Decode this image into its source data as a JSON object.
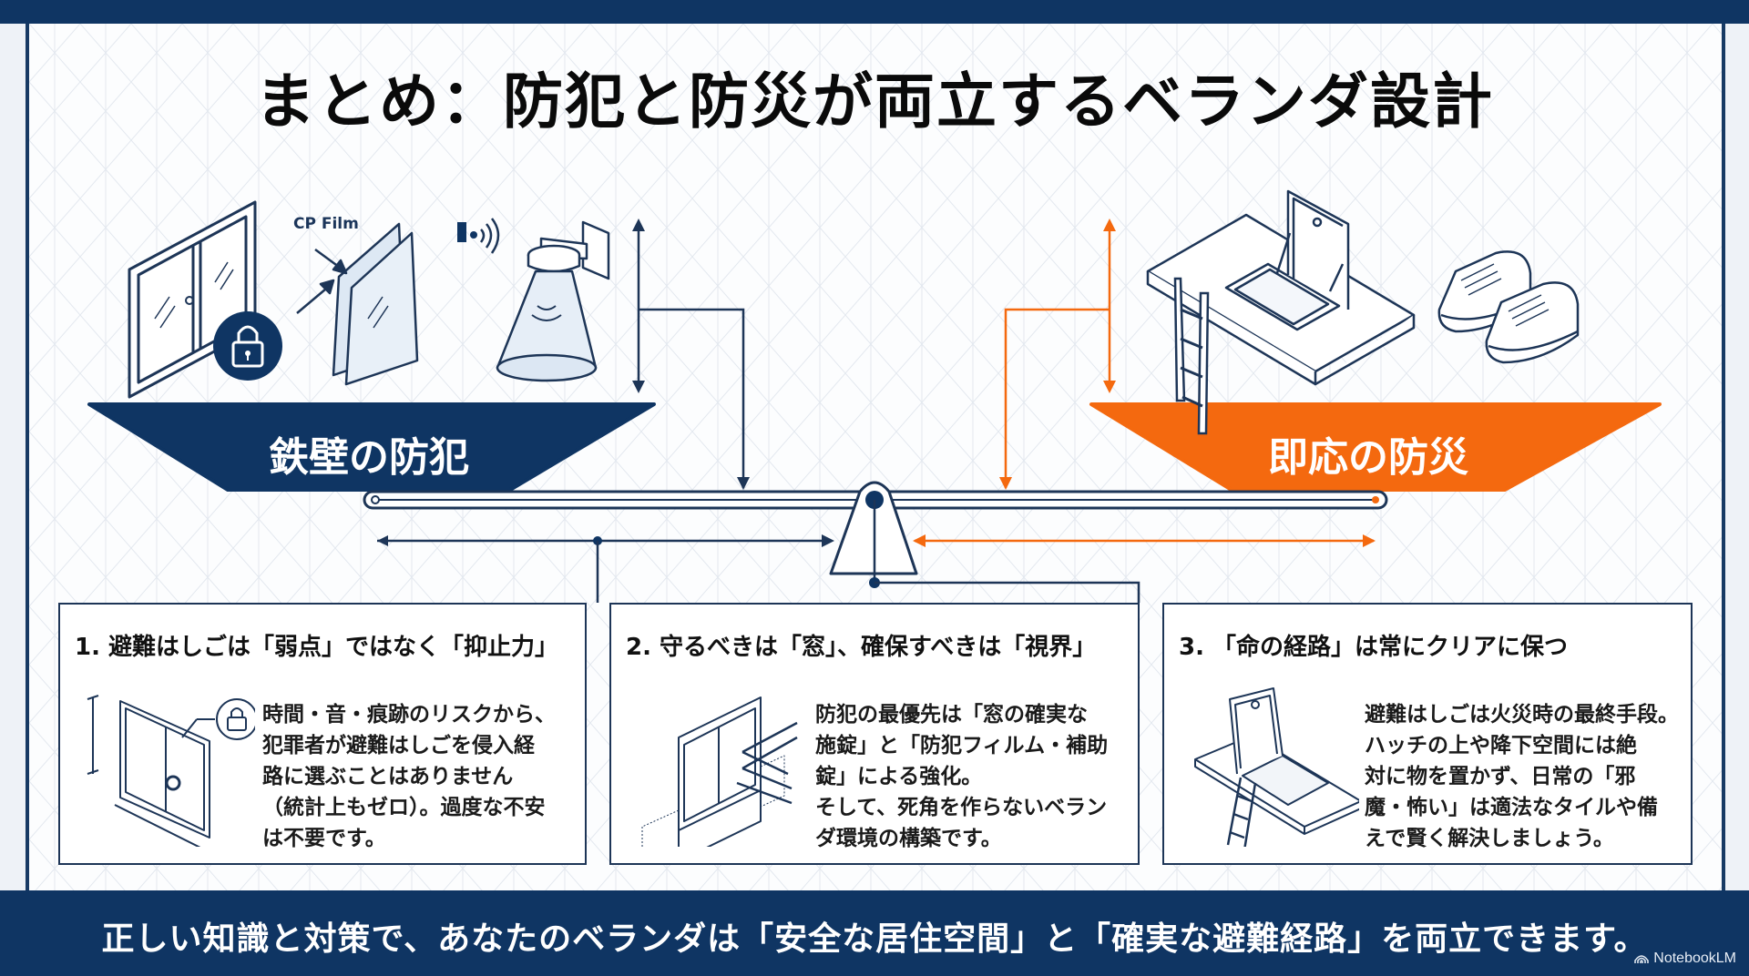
{
  "title": "まとめ：防犯と防災が両立するベランダ設計",
  "colors": {
    "navy": "#0f3563",
    "orange": "#f4690f",
    "line": "#1d3557",
    "background": "#fcfdfe"
  },
  "scale": {
    "left_pan": {
      "label": "鉄壁の防犯",
      "icons": [
        "sliding-window-icon",
        "padlock-icon",
        "cp-film-glass-icon",
        "motion-sensor-light-icon"
      ],
      "film_label": "CP Film"
    },
    "right_pan": {
      "label": "即応の防災",
      "icons": [
        "evacuation-hatch-icon",
        "ladder-icon",
        "sneakers-icon"
      ]
    }
  },
  "cards": [
    {
      "title": "1. 避難はしごは「弱点」ではなく「抑止力」",
      "body": "時間・音・痕跡のリスクから、\n犯罪者が避難はしごを侵入経\n路に選ぶことはありません\n（統計上もゼロ）。過度な不安\nは不要です。",
      "icon": "locked-window-icon"
    },
    {
      "title": "2. 守るべきは「窓」、確保すべきは「視界」",
      "body": "防犯の最優先は「窓の確実な\n施錠」と「防犯フィルム・補助\n錠」による強化。\nそして、死角を作らないベラン\nダ環境の構築です。",
      "icon": "window-sightline-icon"
    },
    {
      "title": "3. 「命の経路」は常にクリアに保つ",
      "body": "避難はしごは火災時の最終手段。\nハッチの上や降下空間には絶\n対に物を置かず、日常の「邪\n魔・怖い」は適法なタイルや備\nえで賢く解決しましょう。",
      "icon": "open-hatch-ladder-icon"
    }
  ],
  "footer": {
    "message": "正しい知識と対策で、あなたのベランダは「安全な居住空間」と「確実な避難経路」を両立できます。",
    "brand": "NotebookLM"
  }
}
